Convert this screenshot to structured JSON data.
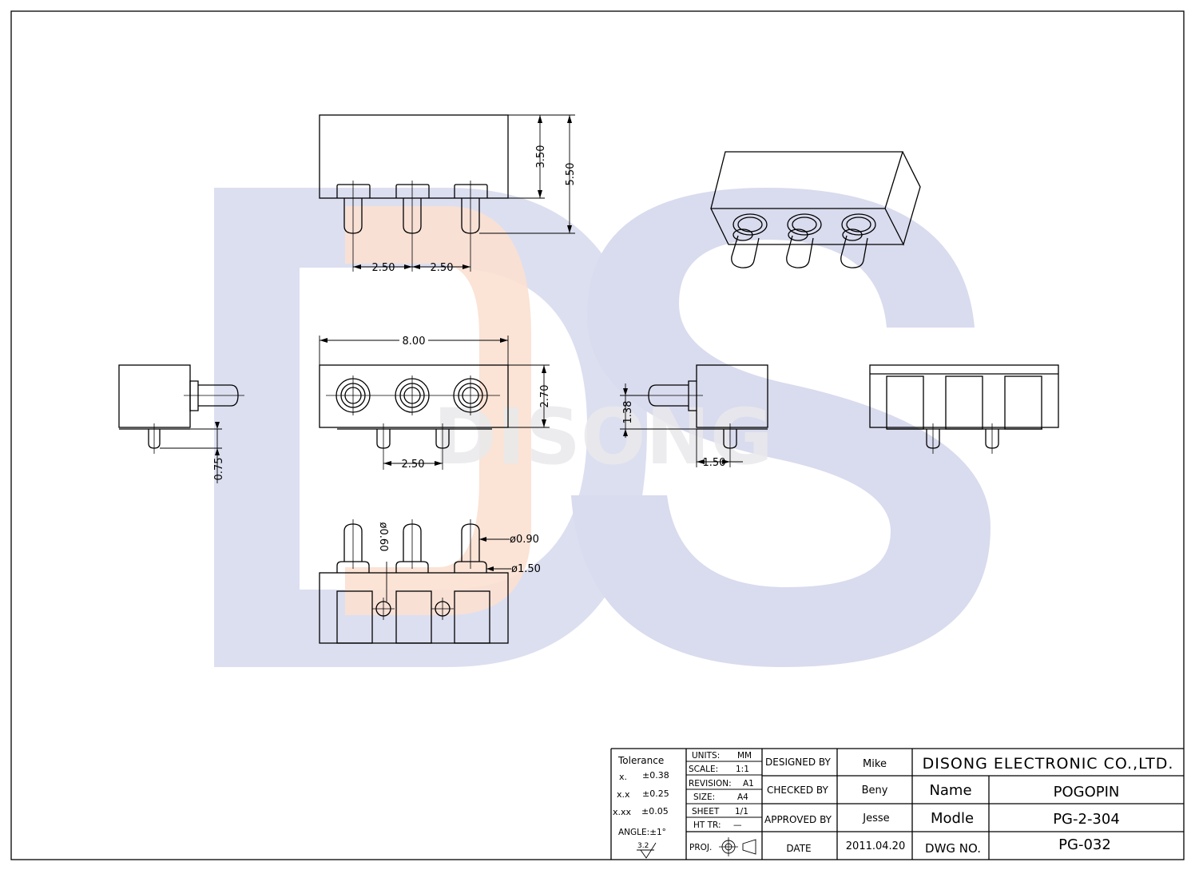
{
  "watermark": {
    "letters": "DS",
    "text": "DISONG",
    "colors": {
      "d": "#dcdff0",
      "s": "#d9dbee",
      "orange": "#fbe0d2",
      "gray": "#e9e9ec"
    }
  },
  "dimensions": {
    "front_height_body": "3.50",
    "front_height_total": "5.50",
    "front_pitch_left": "2.50",
    "front_pitch_right": "2.50",
    "top_width": "8.00",
    "top_depth": "2.70",
    "top_pitch_bottom": "2.50",
    "left_side_offset": "0.75",
    "right_side_offset_v": "1.38",
    "right_side_offset_h": "1.50",
    "bottom_peg_dia": "ø0.60",
    "bottom_pin_dia": "ø0.90",
    "bottom_flange_dia": "ø1.50"
  },
  "title_block": {
    "tolerance": {
      "title": "Tolerance",
      "rows": [
        {
          "fmt": "x.",
          "val": "±0.38"
        },
        {
          "fmt": "x.x",
          "val": "±0.25"
        },
        {
          "fmt": "x.xx",
          "val": "±0.05"
        }
      ],
      "angle": "ANGLE:±1°",
      "roughness": "3.2"
    },
    "specs": [
      {
        "label": "UNITS:",
        "value": "MM"
      },
      {
        "label": "SCALE:",
        "value": "1:1"
      },
      {
        "label": "REVISION:",
        "value": "A1"
      },
      {
        "label": "SIZE:",
        "value": "A4"
      },
      {
        "label": "SHEET",
        "value": "1/1"
      },
      {
        "label": "HT TR:",
        "value": "—"
      }
    ],
    "proj_label": "PROJ.",
    "people": [
      {
        "label": "DESIGNED BY",
        "value": "Mike"
      },
      {
        "label": "CHECKED BY",
        "value": "Beny"
      },
      {
        "label": "APPROVED BY",
        "value": "Jesse"
      },
      {
        "label": "DATE",
        "value": "2011.04.20"
      }
    ],
    "company": "DISONG ELECTRONIC CO.,LTD.",
    "fields": [
      {
        "label": "Name",
        "value": "POGOPIN"
      },
      {
        "label": "Modle",
        "value": "PG-2-304"
      },
      {
        "label": "DWG NO.",
        "value": "PG-032"
      }
    ]
  }
}
